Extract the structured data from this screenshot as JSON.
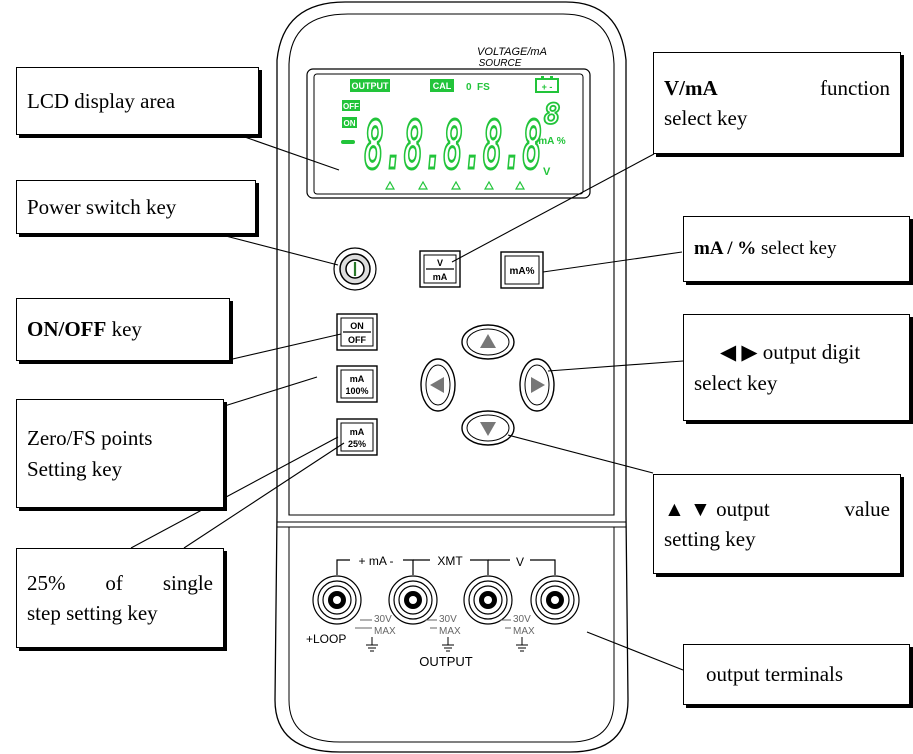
{
  "callouts": {
    "lcd_display": "LCD display area",
    "power_switch": "Power switch key",
    "on_off_bold": "ON/OFF",
    "on_off_rest": " key",
    "zero_fs_line1": "Zero/FS points",
    "zero_fs_line2": "Setting key",
    "step25_line1_a": "25%",
    "step25_line1_b": "of",
    "step25_line1_c": "single",
    "step25_line2": "step setting key",
    "vma_bold": "V/mA",
    "vma_rest": "function",
    "vma_line2": "select key",
    "ma_pct_bold": "mA / %",
    "ma_pct_rest": " select key",
    "digit_line1": "◀ ▶ output digit",
    "digit_line2": "select key",
    "value_line1_a": "▲ ▼ output",
    "value_line1_b": "value",
    "value_line2": "setting key",
    "terminals": "output terminals"
  },
  "device": {
    "source_title_line1": "VOLTAGE/mA",
    "source_title_line2": "SOURCE",
    "lcd_output": "OUTPUT",
    "lcd_cal": "CAL",
    "lcd_zero": "0",
    "lcd_fs": "FS",
    "lcd_battery": "+ -",
    "lcd_off": "OFF",
    "lcd_on": "ON",
    "lcd_digits": "8.8.8.8.8",
    "lcd_small_digit": "8",
    "lcd_ma_pct": "mA %",
    "lcd_v": "V",
    "key_v": "V",
    "key_ma": "mA",
    "key_ma_pct": "mA%",
    "key_on": "ON",
    "key_off": "OFF",
    "key_100_top": "mA",
    "key_100_bottom": "100%",
    "key_25_top": "mA",
    "key_25_bottom": "25%",
    "term_ma": "+ mA -",
    "term_xmt": "XMT",
    "term_v": "V",
    "term_30v": "30V",
    "term_max": "MAX",
    "term_loop": "+LOOP",
    "term_output": "OUTPUT"
  },
  "colors": {
    "lcd_green": "#22c43a"
  }
}
